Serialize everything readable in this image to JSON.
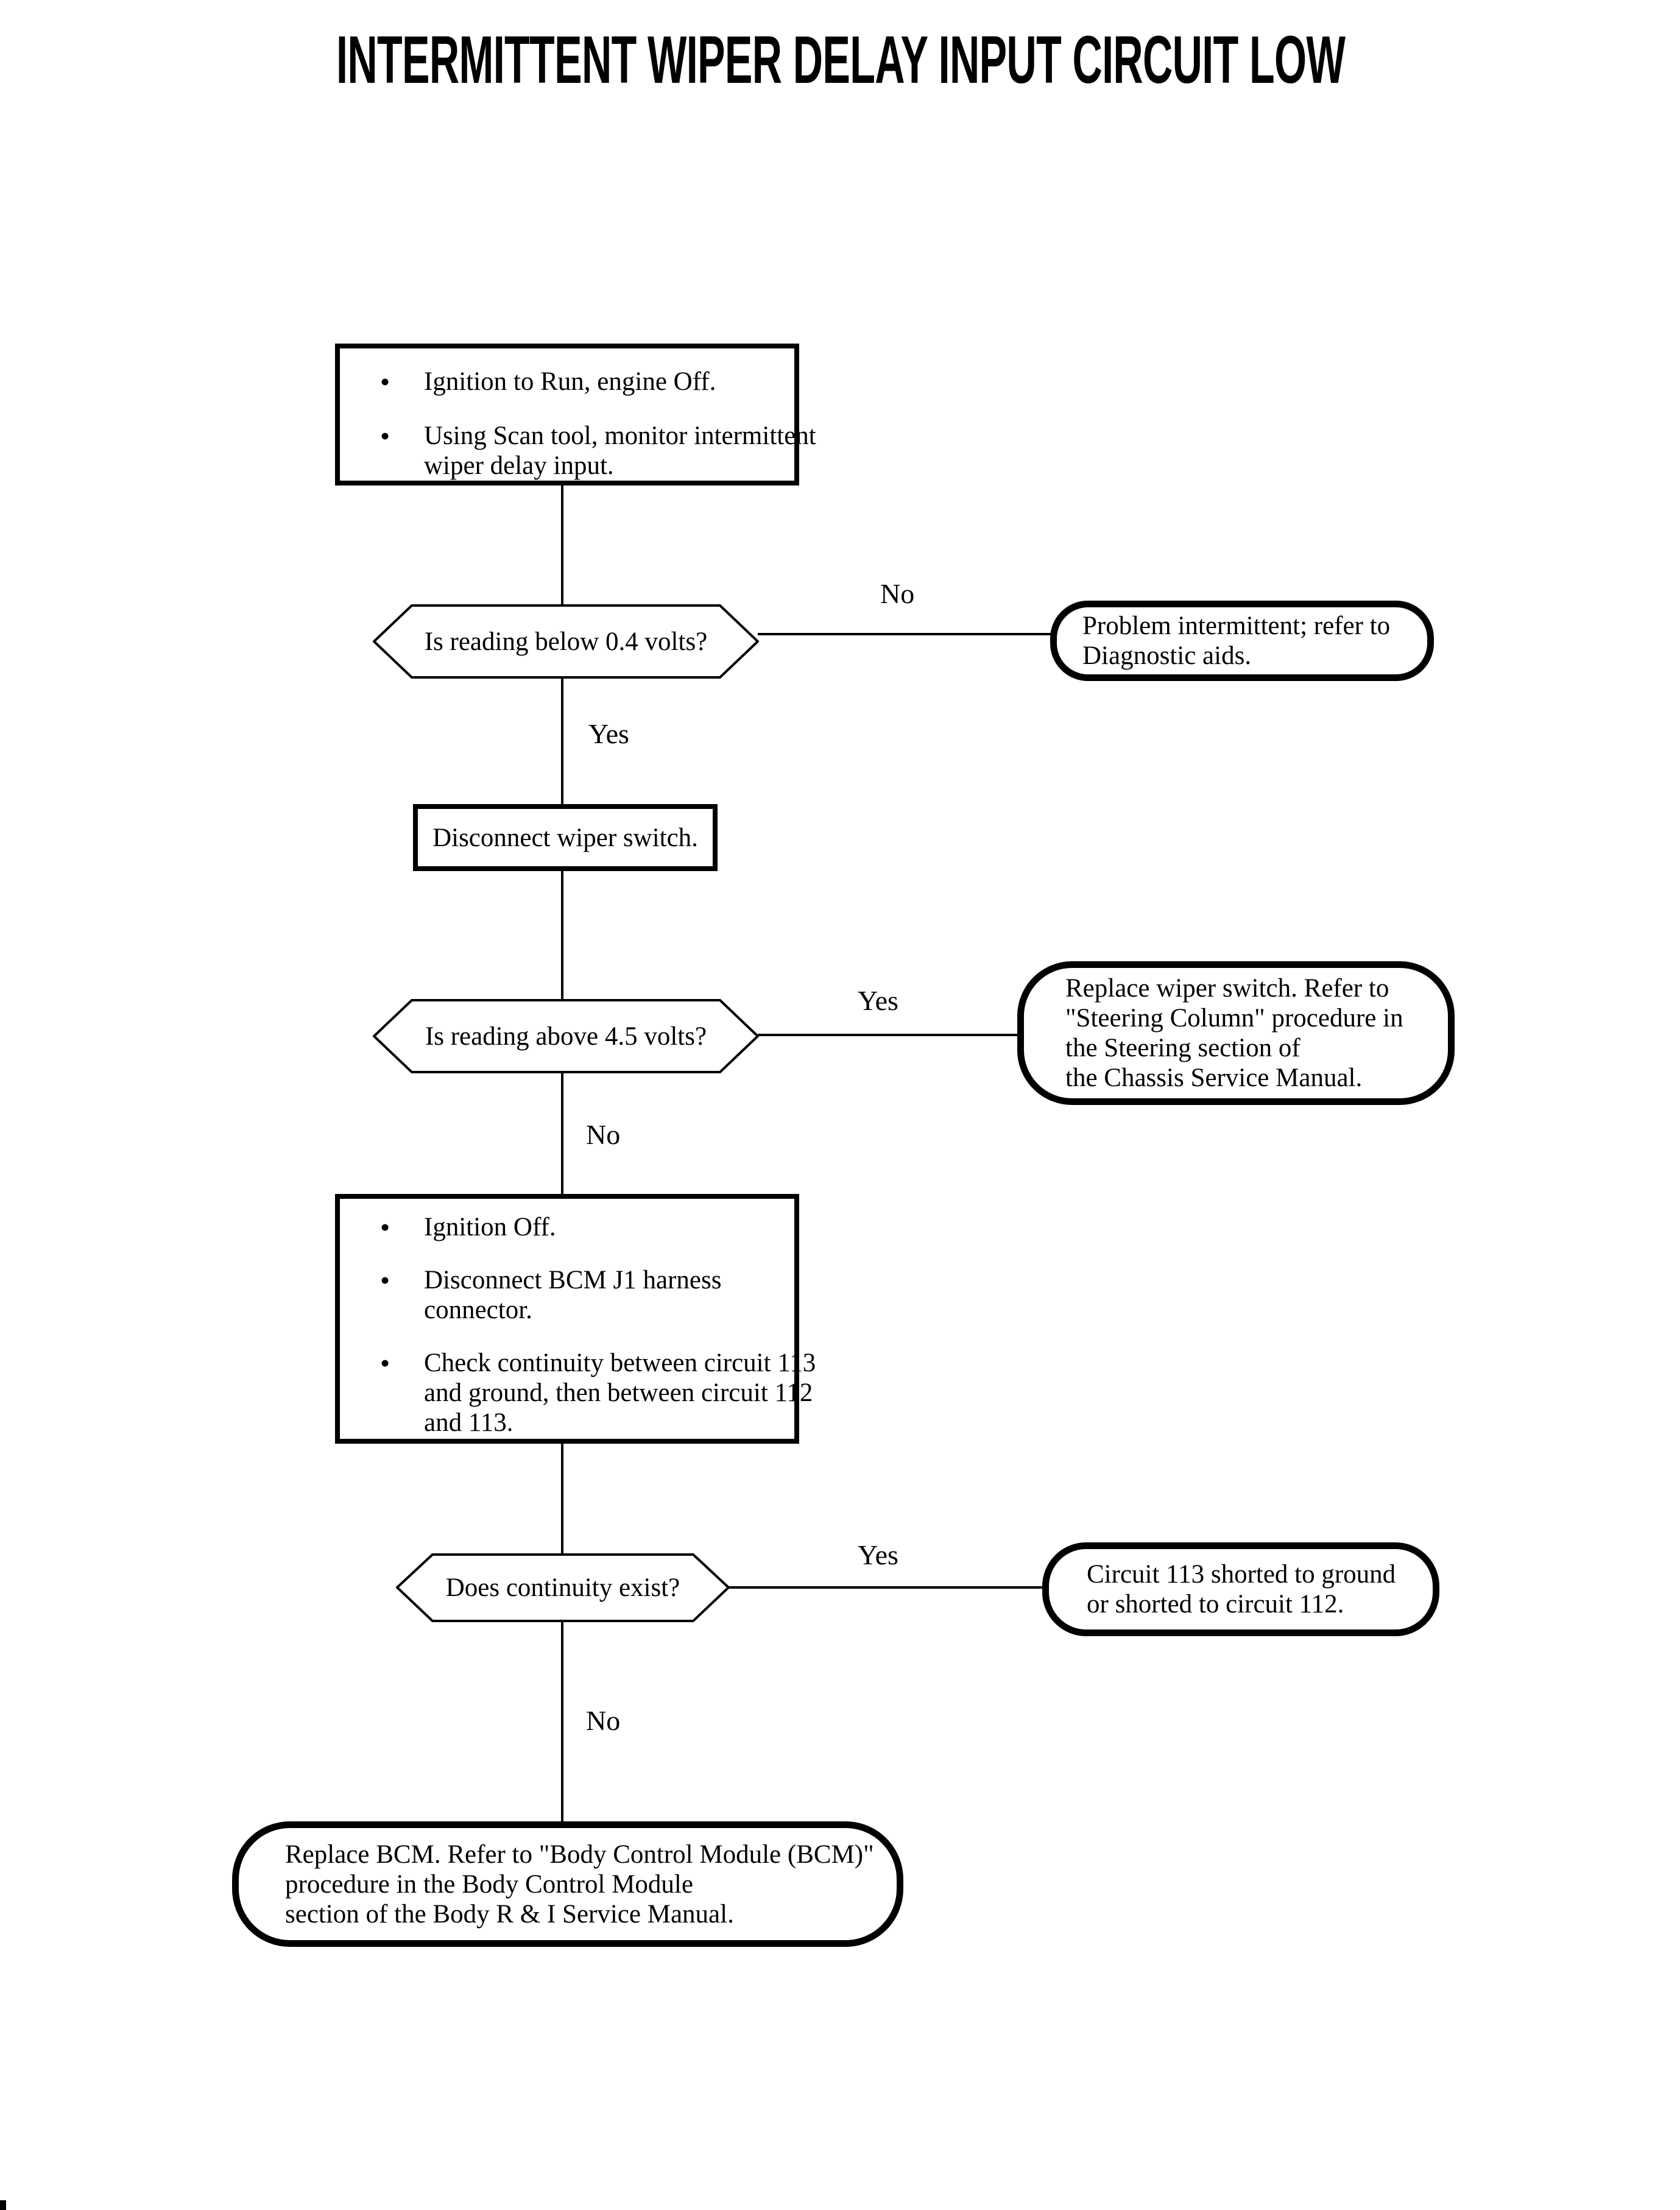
{
  "page": {
    "title": "INTERMITTENT WIPER DELAY INPUT CIRCUIT LOW"
  },
  "glyphs": {
    "bullet": "•"
  },
  "colors": {
    "ink": "#000000",
    "background": "#ffffff"
  },
  "branch_labels": {
    "no1": "No",
    "yes1": "Yes",
    "yes2": "Yes",
    "no2": "No",
    "yes3": "Yes",
    "no3": "No"
  },
  "nodes": {
    "start_box": {
      "bullet1_lines": [
        "Ignition to Run, engine Off."
      ],
      "bullet2_lines": [
        "Using Scan tool, monitor intermittent",
        "wiper delay input."
      ]
    },
    "decision1": {
      "text": "Is reading below 0.4 volts?"
    },
    "terminal_intermittent": {
      "lines": [
        "Problem intermittent; refer to",
        "Diagnostic aids."
      ]
    },
    "action_disconnect_wiper": {
      "text": "Disconnect wiper switch."
    },
    "decision2": {
      "text": "Is reading above 4.5 volts?"
    },
    "terminal_replace_wiper": {
      "lines": [
        "Replace wiper switch. Refer to",
        "\"Steering Column\" procedure in",
        "the Steering section of",
        "the Chassis Service Manual."
      ]
    },
    "check_box": {
      "bullet1_lines": [
        "Ignition Off."
      ],
      "bullet2_lines": [
        "Disconnect BCM J1 harness",
        "connector."
      ],
      "bullet3_lines": [
        "Check continuity between circuit 113",
        "and ground, then between circuit 112",
        "and 113."
      ]
    },
    "decision3": {
      "text": "Does continuity exist?"
    },
    "terminal_short": {
      "lines": [
        "Circuit 113 shorted to ground",
        "or shorted to circuit 112."
      ]
    },
    "terminal_replace_bcm": {
      "lines": [
        "Replace BCM. Refer to \"Body Control Module (BCM)\"",
        "procedure in the Body Control Module",
        "section of the Body R & I Service Manual."
      ]
    }
  }
}
